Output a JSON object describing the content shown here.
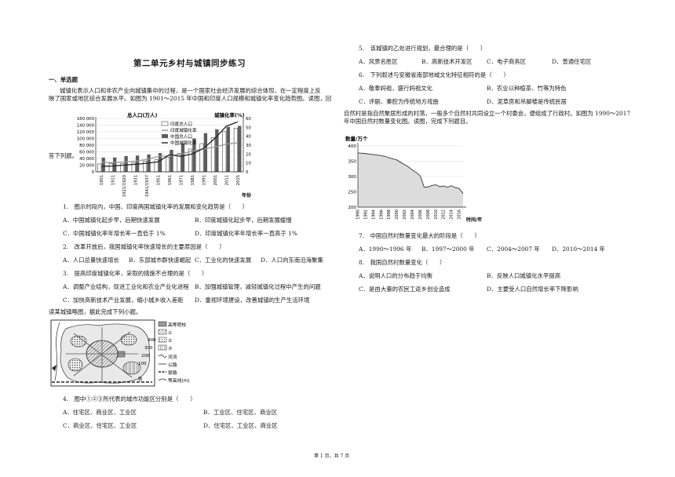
{
  "title": "第二单元乡村与城镇同步练习",
  "section": "一、单选题",
  "intro1": {
    "line1": "城镇化表示人口和非农产业向城镇集中的过程，是一个国家社会经济发展的综合体现，在一定程度上反",
    "line2": "映了国家或地区综合发展水平。如图为 1901～2015 年中国和印度人口规模和城镇化率变化趋势图。读图，回",
    "tail": "答下列题。"
  },
  "chart": {
    "left_axis_title": "总人口(万人)",
    "right_axis_title": "城镇化率(%)",
    "x_axis_title": "年份",
    "legend": [
      "印度总人口",
      "印度城镇化率",
      "中国总人口",
      "中国城镇化率"
    ],
    "y_ticks": [
      "160 000",
      "140 000",
      "120 000",
      "100 000",
      "80 000",
      "60 000",
      "40 000",
      "20 000",
      "0"
    ],
    "y2_ticks": [
      "60",
      "50",
      "40",
      "30",
      "20",
      "10",
      "0"
    ],
    "years": [
      "1901",
      "1911",
      "1921/1920",
      "1931",
      "1941/1937",
      "1951",
      "1961",
      "1971",
      "1981",
      "1991",
      "2001",
      "2011",
      "2015"
    ]
  },
  "q1": {
    "stem": "1.　图示时段内，中国、印度两国城镇化率的发展和变化趋势是（　　）",
    "A": "A．中国城镇化起步早，后期快速发展",
    "B": "B．印度城镇化起步早，后期发展缓慢",
    "C": "C．中国城镇化率年增长率一直低于 1%",
    "D": "D．印度城镇化率年增长率一直高于 1%"
  },
  "q2": {
    "stem": "2.　改革开放后，我国城镇化率快速增长的主要原因是（　　）",
    "A": "A．人口总量快速增长",
    "B": "B．东部城市群快速崛起",
    "C": "C．工业化的快速发展",
    "D": "D．人口向东南沿海聚集"
  },
  "q3": {
    "stem": "3.　提高印度城镇化率，采取的措施不合理的是（　　）",
    "A": "A．调整产业结构，促进工业化和农业产业化进程",
    "B": "B．加强城镇管理，减轻城镇化过程中产生的问题",
    "C": "C．加快高新技术产业发展，缩小城乡收入差距",
    "D": "D．重视环境建设，改善城镇的生产生活环境"
  },
  "intro2": "读某城镇略图，据此完成下列小题。",
  "map_legend": [
    "高等院校",
    "①",
    "②",
    "③",
    "河流",
    "公路",
    "铁路",
    "等高线(m)"
  ],
  "map_labels": [
    "400",
    "300",
    "200",
    "100",
    "铁"
  ],
  "q4": {
    "stem": "4.　图中①②③所代表的城市功能区分别是（　　）",
    "A": "A．住宅区、商业区、工业区",
    "B": "B．工业区、住宅区、商业区",
    "C": "C．商业区、住宅区、工业区",
    "D": "D．住宅区、工业区、商业区"
  },
  "q5": {
    "stem": "5.　该城镇的乙处进行规划，最合理的是（　　）",
    "A": "A．风景名胜区",
    "B": "B．高新技术开发区",
    "C": "C．电子商务区",
    "D": "D．普通住宅区"
  },
  "q6": {
    "stem": "6.　下列叙述与安徽省南部地域文化特征相符的是（　　）",
    "A": "A．敬奉妈祖，盛行妈祖文化",
    "B": "B．农业以种植茶、竹等为特色",
    "C": "C．评剧、秦腔为传统地方戏曲",
    "D": "D．泥草房和吊脚楼是传统民居"
  },
  "intro3": {
    "line1": "自然村是指自然聚居形成的村落，一般多个自然村共同设立一个村委会，便组成了行政村。如图为 1990～2017",
    "line2": "年中国自然村数量变化图。读图，完成下列题目。"
  },
  "chart2": {
    "y_title": "数量/万个",
    "x_title": "时间/年",
    "y_ticks": [
      "400",
      "350",
      "300",
      "250",
      "200"
    ],
    "years": [
      "1990",
      "1992",
      "1994",
      "1996",
      "1998",
      "2000",
      "2002",
      "2004",
      "2006",
      "2008",
      "2010",
      "2012",
      "2014",
      "2016"
    ]
  },
  "chart_data": [
    {
      "type": "bar",
      "categories": [
        "1901",
        "1911",
        "1921/1920",
        "1931",
        "1941/1937",
        "1951",
        "1961",
        "1971",
        "1981",
        "1991",
        "2001",
        "2011",
        "2015"
      ],
      "xlabel": "年份",
      "ylabel": "总人口(万人)",
      "y2label": "城镇化率(%)",
      "ylim": [
        0,
        160000
      ],
      "y2lim": [
        0,
        60
      ],
      "series": [
        {
          "name": "印度总人口",
          "kind": "bar",
          "values": [
            23800,
            25200,
            25100,
            27900,
            31900,
            36100,
            43900,
            54800,
            68300,
            84600,
            102900,
            121100,
            131100
          ]
        },
        {
          "name": "中国总人口",
          "kind": "bar",
          "values": [
            42600,
            43000,
            47200,
            48700,
            52000,
            56300,
            65900,
            85200,
            100100,
            115800,
            127600,
            134700,
            137500
          ]
        },
        {
          "name": "印度城镇化率",
          "kind": "line",
          "values": [
            10.8,
            10.3,
            11.2,
            12.0,
            13.9,
            17.3,
            18.0,
            19.9,
            23.3,
            25.7,
            27.8,
            31.2,
            32.7
          ]
        },
        {
          "name": "中国城镇化率",
          "kind": "line",
          "values": [
            6.0,
            6.5,
            7.5,
            8.5,
            9.6,
            11.2,
            19.3,
            17.3,
            20.2,
            26.4,
            37.7,
            51.3,
            56.1
          ]
        }
      ],
      "legend_position": "top-right"
    },
    {
      "type": "area",
      "x": [
        1990,
        1991,
        1992,
        1993,
        1994,
        1995,
        1996,
        1997,
        1998,
        1999,
        2000,
        2001,
        2002,
        2003,
        2004,
        2005,
        2006,
        2007,
        2008,
        2009,
        2010,
        2011,
        2012,
        2013,
        2014,
        2015,
        2016,
        2017
      ],
      "values": [
        377,
        376,
        375,
        373,
        372,
        370,
        368,
        366,
        361,
        358,
        354,
        346,
        339,
        331,
        321,
        313,
        302,
        265,
        266,
        271,
        273,
        267,
        269,
        265,
        270,
        264,
        261,
        244
      ],
      "xlabel": "时间/年",
      "ylabel": "数量/万个",
      "ylim": [
        200,
        400
      ]
    }
  ],
  "q7": {
    "stem": "7.　中国自然村数量变化最大的阶段是（　　）",
    "A": "A．1990～1996 年",
    "B": "B．1997～2000 年",
    "C": "C．2004～2007 年",
    "D": "D．2010～2014 年"
  },
  "q8": {
    "stem": "8.　我国自然村数量变化（　　）",
    "A": "A．说明人口的分布趋于均衡",
    "B": "B．反映人口城镇化水平提高",
    "C": "C．是由大量的农民工返乡创业造成",
    "D": "D．主要受人口自然增长率下降影响"
  },
  "footer": "第 1 页，共 7 页"
}
